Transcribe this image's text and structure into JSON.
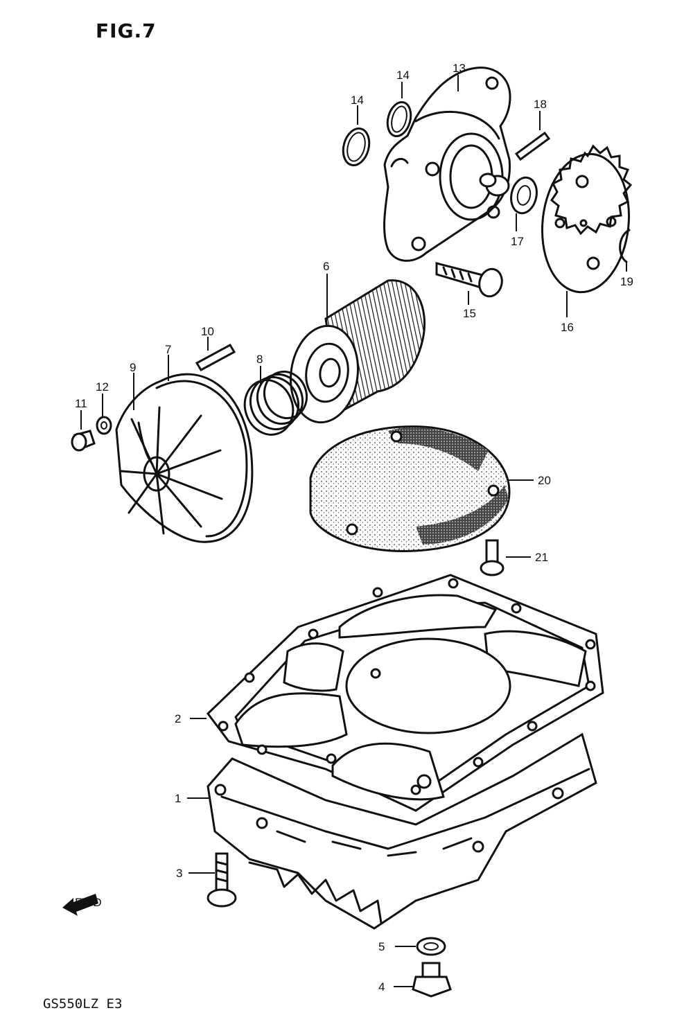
{
  "figure_title": "FIG.7",
  "model_code": "GS550LZ  E3",
  "fwd_label": "FWD",
  "callouts": [
    "1",
    "2",
    "3",
    "4",
    "5",
    "6",
    "7",
    "8",
    "9",
    "10",
    "11",
    "12",
    "13",
    "14",
    "15",
    "16",
    "17",
    "18",
    "19",
    "20",
    "21"
  ],
  "callout_14b": "14"
}
